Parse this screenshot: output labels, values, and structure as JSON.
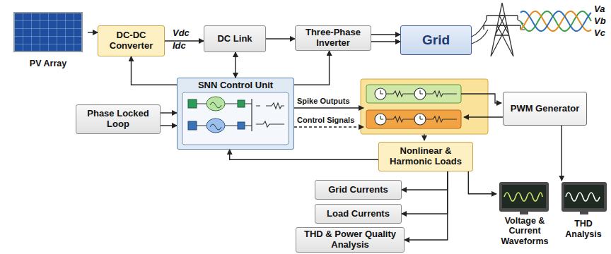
{
  "diagram": {
    "nodes": [
      {
        "text": [
          "PV Array"
        ]
      },
      {
        "text": [
          "DC-DC Converter"
        ]
      },
      {
        "text": [
          "DC Link"
        ]
      },
      {
        "text": [
          "Three-Phase Inverter"
        ]
      },
      {
        "text": [
          "Grid"
        ]
      },
      {
        "text": [
          "SNN Control Unit"
        ]
      },
      {
        "text": [
          "Phase Locked Loop"
        ]
      },
      {
        "text": [
          "PWM Generator"
        ]
      },
      {
        "text": [
          "Nonlinear & Harmonic Loads"
        ]
      },
      {
        "text": [
          "Grid Currents"
        ]
      },
      {
        "text": [
          "Load Currents"
        ]
      },
      {
        "text": [
          "THD & Power Quality Analysis"
        ]
      },
      {
        "text": [
          "Voltage & Current Waveforms"
        ]
      },
      {
        "text": [
          "THD Analysis"
        ]
      }
    ],
    "edges": [
      {
        "from": 0,
        "to": 1,
        "arrow": "to"
      },
      {
        "from": 1,
        "to": 2,
        "arrow": "to"
      },
      {
        "from": 2,
        "to": 3,
        "arrow": "to"
      },
      {
        "from": 3,
        "to": 4,
        "arrow": "to"
      },
      {
        "from": 5,
        "to": 1,
        "arrow": "to"
      },
      {
        "from": 5,
        "to": 2,
        "arrow": "both"
      },
      {
        "from": 5,
        "to": 3,
        "arrow": "to"
      },
      {
        "from": 6,
        "to": 5,
        "arrow": "to"
      },
      {
        "from": 8,
        "to": 5,
        "arrow": "to"
      },
      {
        "from": 8,
        "to": 9,
        "arrow": "to"
      },
      {
        "from": 8,
        "to": 10,
        "arrow": "to"
      },
      {
        "from": 8,
        "to": 11,
        "arrow": "to"
      },
      {
        "from": 8,
        "to": 12,
        "arrow": "to"
      },
      {
        "from": 7,
        "to": 13,
        "arrow": "to"
      }
    ],
    "labels": [
      "Vdc",
      "Idc",
      "Va",
      "Vb",
      "Vc",
      "Spike Outputs",
      "Control Signals"
    ]
  }
}
